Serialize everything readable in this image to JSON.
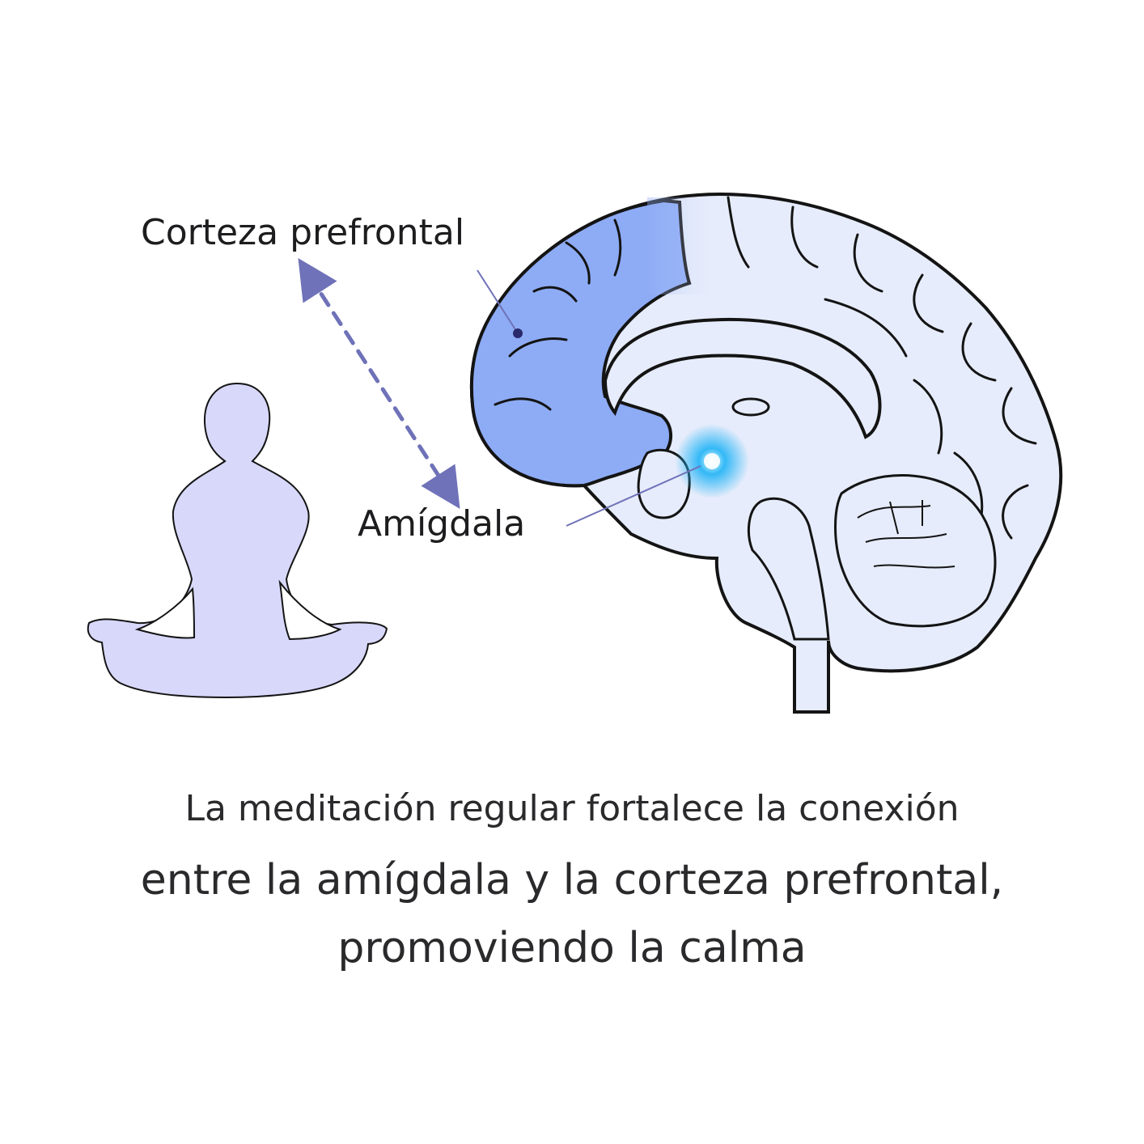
{
  "labels": {
    "prefrontal_cortex": "Corteza prefrontal",
    "amygdala": "Amígdala"
  },
  "caption": {
    "line1": "La meditación regular fortalece la conexión",
    "line2": "entre la amígdala y la corteza prefrontal,",
    "line3": "promoviendo la calma"
  },
  "colors": {
    "brain_fill": "#e6ecfb",
    "prefrontal_fill": "#8eacf5",
    "amygdala_glow": "#29b6f6",
    "meditator_fill": "#d8d8fb",
    "arrow": "#6f72b8",
    "outline": "#141414"
  },
  "icons": {
    "meditator": "meditating-person-icon",
    "brain": "brain-sagittal-icon",
    "connection": "double-arrow-icon"
  }
}
